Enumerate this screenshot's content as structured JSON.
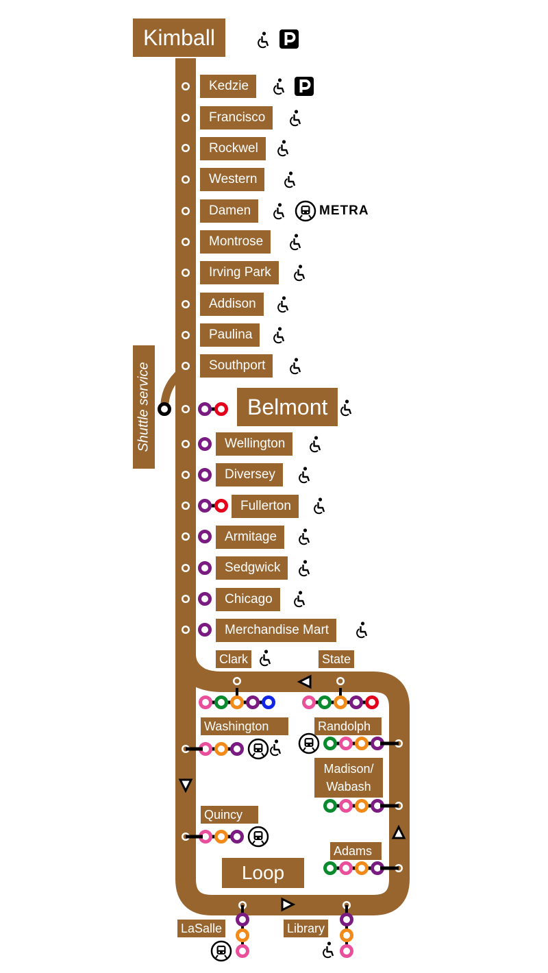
{
  "colors": {
    "brown": "#98652f",
    "purple": "#7a1b82",
    "red": "#e3001b",
    "green": "#0a8a2e",
    "orange": "#f28a1a",
    "pink": "#ea4f9b",
    "blue": "#1125e6",
    "black": "#000000"
  },
  "icons": [
    "accessible-icon",
    "parking-icon",
    "train-icon"
  ],
  "terminal": {
    "name": "Kimball"
  },
  "stations": [
    {
      "name": "Kedzie"
    },
    {
      "name": "Francisco"
    },
    {
      "name": "Rockwel"
    },
    {
      "name": "Western"
    },
    {
      "name": "Damen",
      "metra": "METRA"
    },
    {
      "name": "Montrose"
    },
    {
      "name": "Irving Park"
    },
    {
      "name": "Addison"
    },
    {
      "name": "Paulina"
    },
    {
      "name": "Southport"
    },
    {
      "name": "Belmont"
    },
    {
      "name": "Wellington"
    },
    {
      "name": "Diversey"
    },
    {
      "name": "Fullerton"
    },
    {
      "name": "Armitage"
    },
    {
      "name": "Sedgwick"
    },
    {
      "name": "Chicago"
    },
    {
      "name": "Merchandise Mart"
    }
  ],
  "shuttle": "Shuttle service",
  "loop": {
    "title": "Loop",
    "stations": [
      {
        "name": "Clark"
      },
      {
        "name": "State"
      },
      {
        "name": "Washington"
      },
      {
        "name": "Randolph"
      },
      {
        "name": "Madison/\nWabash"
      },
      {
        "name": "Quincy"
      },
      {
        "name": "Adams"
      },
      {
        "name": "LaSalle"
      },
      {
        "name": "Library"
      }
    ]
  }
}
